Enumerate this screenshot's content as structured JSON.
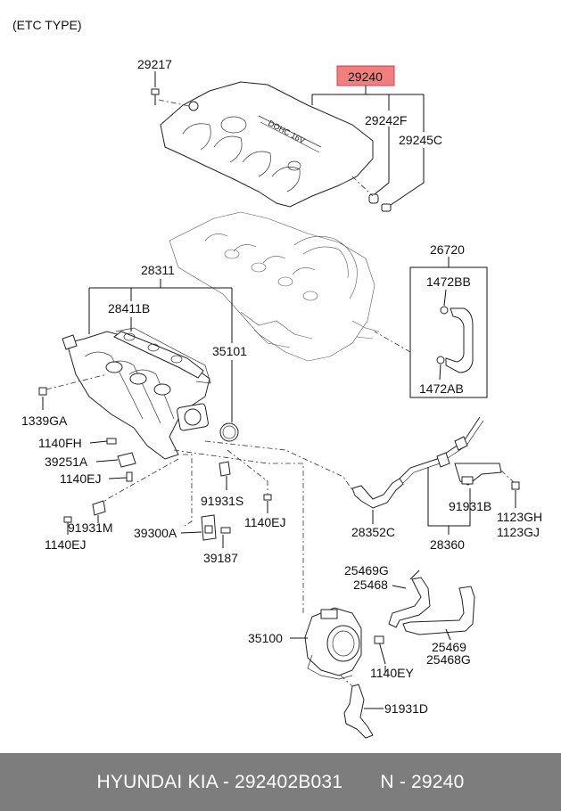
{
  "header": {
    "type_label": "(ETC TYPE)"
  },
  "highlight": {
    "label": "29240",
    "fill": "#f08080",
    "stroke": "#d04040"
  },
  "labels": {
    "p29217": "29217",
    "p29242F": "29242F",
    "p29245C": "29245C",
    "p26720": "26720",
    "p1472BB": "1472BB",
    "p1472AB": "1472AB",
    "p28311": "28311",
    "p28411B": "28411B",
    "p35101": "35101",
    "p1339GA": "1339GA",
    "p1140FH": "1140FH",
    "p39251A": "39251A",
    "p1140EJ_a": "1140EJ",
    "p91931S": "91931S",
    "p1140EJ_b": "1140EJ",
    "p91931M": "91931M",
    "p1140EJ_c": "1140EJ",
    "p39300A": "39300A",
    "p39187": "39187",
    "p28352C": "28352C",
    "p28360": "28360",
    "p91931B": "91931B",
    "p1123GH": "1123GH",
    "p1123GJ": "1123GJ",
    "p25469G": "25469G",
    "p25468_a": "25468",
    "p35100": "35100",
    "p25469": "25469",
    "p25468G": "25468G",
    "p1140EY": "1140EY",
    "p91931D": "91931D"
  },
  "footer": {
    "brand_part": "HYUNDAI KIA - 292402B031",
    "ref": "N - 29240",
    "background": "#7d7d7d"
  }
}
